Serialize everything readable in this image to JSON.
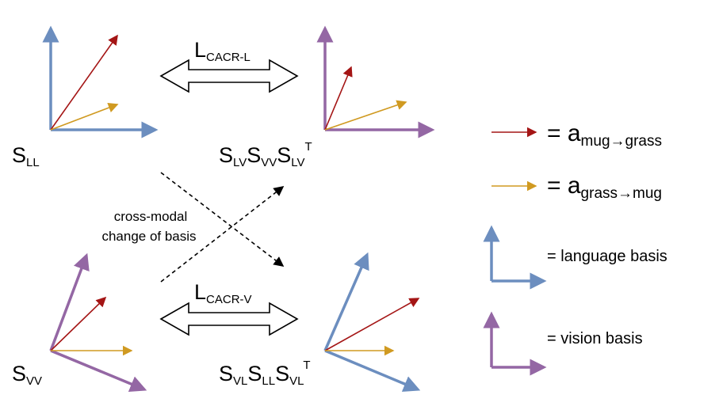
{
  "colors": {
    "language_basis": "#6c8ebf",
    "vision_basis": "#9467a4",
    "mug_to_grass": "#a41515",
    "grass_to_mug": "#d09a21",
    "dashed": "#000000"
  },
  "top_arrow": {
    "label_main": "L",
    "label_sub": "CACR-L"
  },
  "bottom_arrow": {
    "label_main": "L",
    "label_sub": "CACR-V"
  },
  "quadrants": {
    "top_left": {
      "S": "S",
      "sub": "LL"
    },
    "top_right": {
      "parts": [
        {
          "S": "S",
          "sub": "LV"
        },
        {
          "S": "S",
          "sub": "VV"
        },
        {
          "S": "S",
          "sub": "LV",
          "sup": "T"
        }
      ]
    },
    "bottom_left": {
      "S": "S",
      "sub": "VV"
    },
    "bottom_right": {
      "parts": [
        {
          "S": "S",
          "sub": "VL"
        },
        {
          "S": "S",
          "sub": "LL"
        },
        {
          "S": "S",
          "sub": "VL",
          "sup": "T"
        }
      ]
    }
  },
  "center_note": {
    "line1": "cross-modal",
    "line2": "change of basis"
  },
  "legend": {
    "mug_grass": {
      "eq": "= a",
      "sub_a": "mug",
      "arrow": "→",
      "sub_b": "grass"
    },
    "grass_mug": {
      "eq": "= a",
      "sub_a": "grass",
      "arrow": "→",
      "sub_b": "mug"
    },
    "language_basis": "= language basis",
    "vision_basis": "= vision basis"
  }
}
